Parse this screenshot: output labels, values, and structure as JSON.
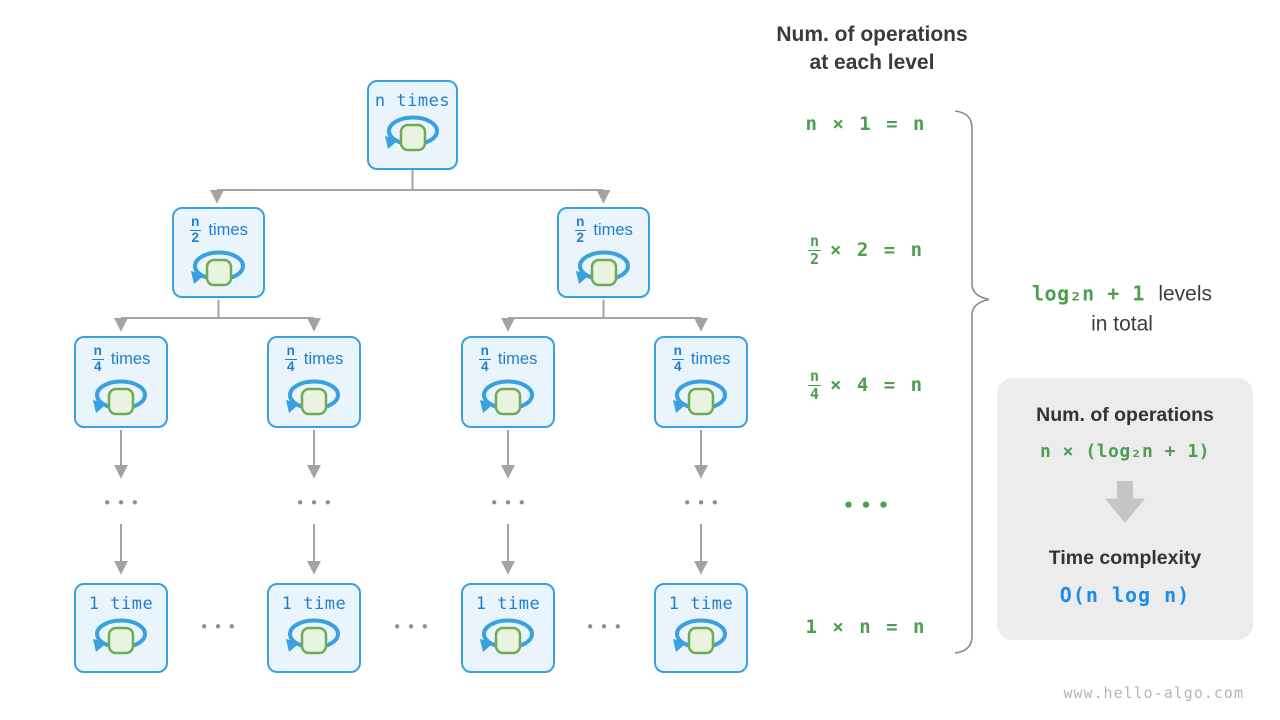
{
  "palette": {
    "node_border_blue": "#3BA0E0",
    "node_fill_blue": "#E9F4FC",
    "node_text_blue": "#2080CF",
    "loop_square_fill": "#EAF3DF",
    "loop_square_border": "#6FAB52",
    "green": "#4E9E50",
    "formula_blue": "#1D8DEB",
    "connector_gray": "#A3A3A3",
    "dark_text": "#3A3A3A",
    "summary_box_fill": "#ECECEC"
  },
  "tree": {
    "root_label": "n times",
    "half_num": "n",
    "half_den": "2",
    "half_word": "times",
    "quarter_num": "n",
    "quarter_den": "4",
    "quarter_word": "times",
    "leaf_label": "1 time",
    "ellipsis": "•••"
  },
  "annotations": {
    "header_line1": "Num. of operations",
    "header_line2": "at each level",
    "eq_level1": "n × 1 = n",
    "eq_level2": {
      "num": "n",
      "den": "2",
      "rest": "× 2 = n"
    },
    "eq_level3": {
      "num": "n",
      "den": "4",
      "rest": "× 4 = n"
    },
    "eq_ellipsis": "•••",
    "eq_leaf": "1 × n = n"
  },
  "brace": {
    "formula": "log₂n + 1",
    "label_line1": "levels",
    "label_line2": "in total"
  },
  "summary_box": {
    "title1": "Num. of operations",
    "formula1": "n × (log₂n + 1)",
    "title2": "Time complexity",
    "formula2": "O(n log n)"
  },
  "footer": {
    "watermark": "www.hello-algo.com"
  }
}
